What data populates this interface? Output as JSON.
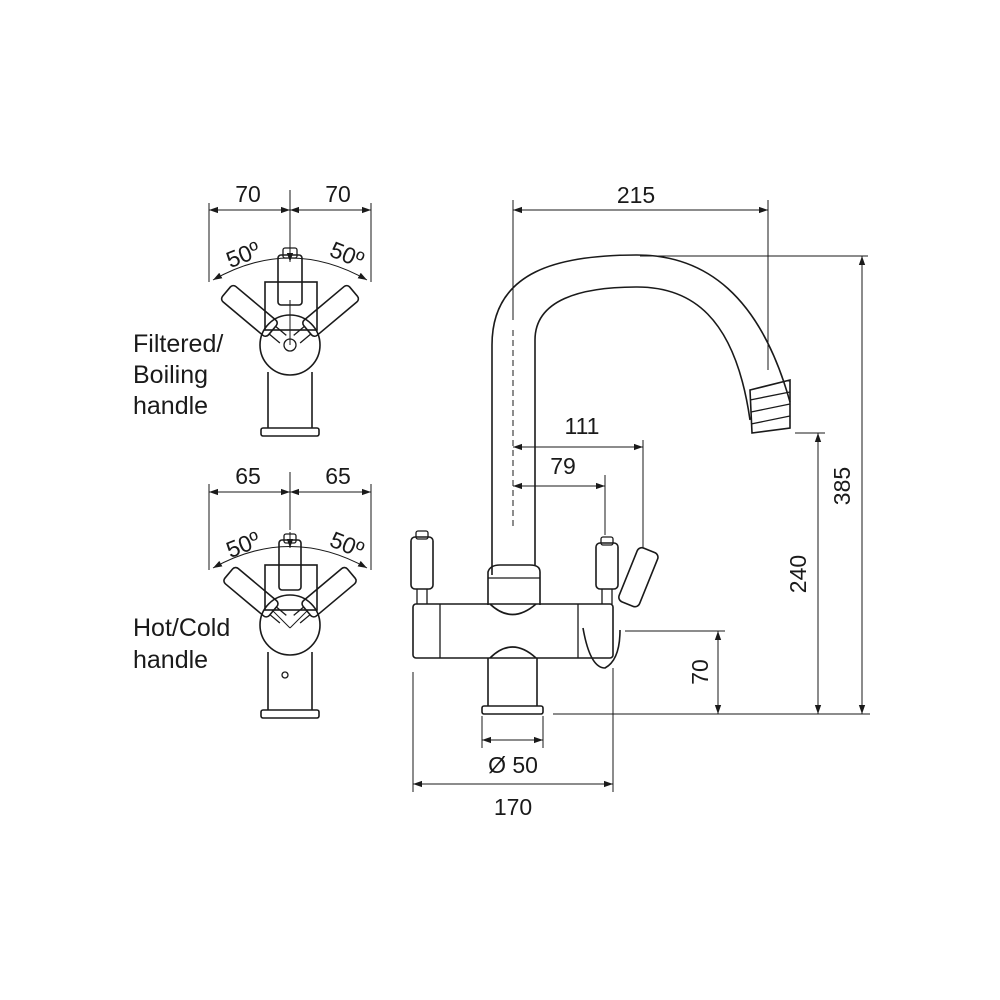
{
  "top_handle": {
    "dim_left": "70",
    "dim_right": "70",
    "angle_left": "50º",
    "angle_right": "50º",
    "label_line1": "Filtered/",
    "label_line2": "Boiling",
    "label_line3": "handle"
  },
  "bottom_handle": {
    "dim_left": "65",
    "dim_right": "65",
    "angle_left": "50º",
    "angle_right": "50º",
    "label_line1": "Hot/Cold",
    "label_line2": "handle"
  },
  "tap": {
    "spout_reach": "215",
    "handle_reach_outer": "111",
    "handle_reach_inner": "79",
    "total_height": "385",
    "spout_height": "240",
    "base_height": "70",
    "base_diameter": "Ø 50",
    "body_width": "170"
  }
}
